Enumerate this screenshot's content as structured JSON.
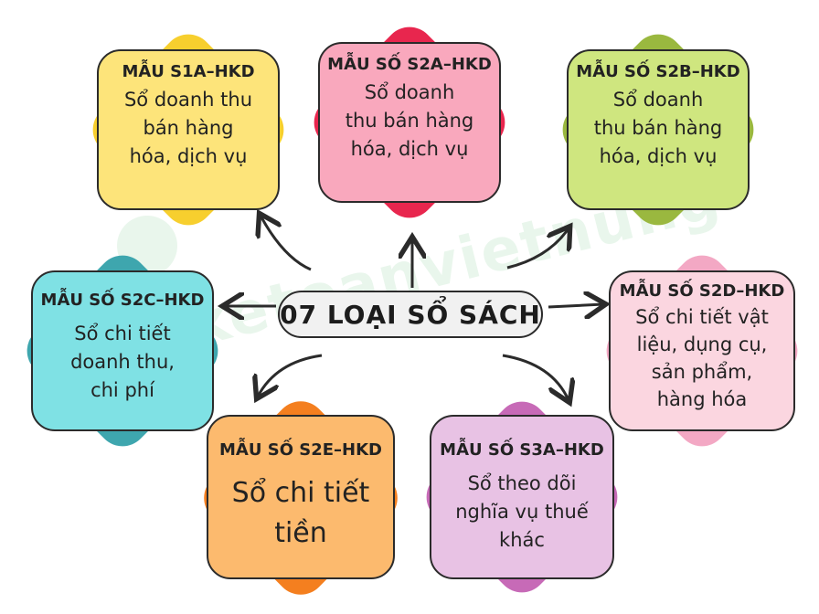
{
  "center": {
    "label": "07 LOẠI SỔ SÁCH"
  },
  "cards": [
    {
      "title": "MẪU S1A–HKD",
      "lines": [
        "Sổ doanh thu",
        "bán hàng",
        "hóa, dịch vụ"
      ]
    },
    {
      "title": "MẪU SỐ S2A–HKD",
      "lines": [
        "Sổ doanh",
        "thu bán hàng",
        "hóa, dịch vụ"
      ]
    },
    {
      "title": "MẪU SỐ S2B–HKD",
      "lines": [
        "Sổ doanh",
        "thu bán hàng",
        "hóa, dịch vụ"
      ]
    },
    {
      "title": "MẪU SỐ S2C–HKD",
      "lines": [
        "Sổ chi tiết",
        "doanh thu,",
        "chi phí"
      ]
    },
    {
      "title": "MẪU SỐ S2D–HKD",
      "lines": [
        "Sổ chi tiết vật",
        "liệu, dụng cụ,",
        "sản phẩm,",
        "hàng hóa"
      ]
    },
    {
      "title": "MẪU SỐ S2E–HKD",
      "lines": [
        "Sổ chi tiết",
        "tiền"
      ]
    },
    {
      "title": "MẪU SỐ S3A–HKD",
      "lines": [
        "Sổ theo dõi",
        "nghĩa vụ thuế",
        "khác"
      ]
    }
  ],
  "watermark": {
    "text": "ketoanvietnung"
  },
  "colors": {
    "s1a": {
      "back": "#f7cf2e",
      "front": "#fde47a"
    },
    "s2a": {
      "back": "#e8264e",
      "front": "#f9a8bd"
    },
    "s2b": {
      "back": "#9ab83f",
      "front": "#cfe67f"
    },
    "s2c": {
      "back": "#3ea6ae",
      "front": "#7fe1e4"
    },
    "s2d": {
      "back": "#f3a8c4",
      "front": "#fbd6e0"
    },
    "s2e": {
      "back": "#f47f1f",
      "front": "#fcba6e"
    },
    "s3a": {
      "back": "#c76ab7",
      "front": "#e8c2e4"
    }
  }
}
